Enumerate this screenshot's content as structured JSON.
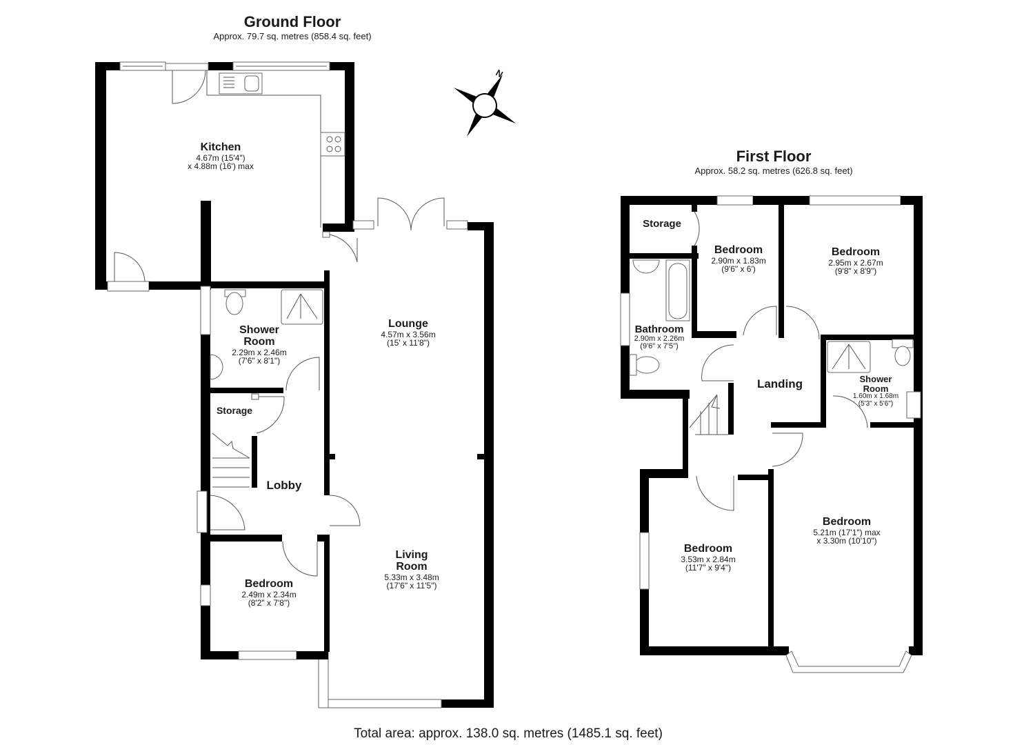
{
  "ground_floor": {
    "title": "Ground Floor",
    "area": "Approx. 79.7 sq. metres (858.4 sq. feet)",
    "rooms": {
      "kitchen": {
        "name": "Kitchen",
        "dim1": "4.67m (15'4\")",
        "dim2": "x 4.88m (16') max"
      },
      "shower_room": {
        "name1": "Shower",
        "name2": "Room",
        "dim1": "2.29m x 2.46m",
        "dim2": "(7'6\" x 8'1\")"
      },
      "storage": {
        "name": "Storage"
      },
      "lobby": {
        "name": "Lobby"
      },
      "bedroom": {
        "name": "Bedroom",
        "dim1": "2.49m x 2.34m",
        "dim2": "(8'2\" x 7'8\")"
      },
      "lounge": {
        "name": "Lounge",
        "dim1": "4.57m x 3.56m",
        "dim2": "(15' x 11'8\")"
      },
      "living_room": {
        "name1": "Living",
        "name2": "Room",
        "dim1": "5.33m x 3.48m",
        "dim2": "(17'6\" x 11'5\")"
      }
    }
  },
  "first_floor": {
    "title": "First Floor",
    "area": "Approx. 58.2 sq. metres (626.8 sq. feet)",
    "rooms": {
      "storage": {
        "name": "Storage"
      },
      "bedroom_small": {
        "name": "Bedroom",
        "dim1": "2.90m x 1.83m",
        "dim2": "(9'6\" x 6')"
      },
      "bedroom_rear": {
        "name": "Bedroom",
        "dim1": "2.95m x 2.67m",
        "dim2": "(9'8\" x 8'9\")"
      },
      "bathroom": {
        "name": "Bathroom",
        "dim1": "2.90m x 2.26m",
        "dim2": "(9'6\" x 7'5\")"
      },
      "landing": {
        "name": "Landing"
      },
      "shower_room": {
        "name1": "Shower",
        "name2": "Room",
        "dim1": "1.60m x 1.68m",
        "dim2": "(5'3\" x 5'6\")"
      },
      "bedroom_left": {
        "name": "Bedroom",
        "dim1": "3.53m x 2.84m",
        "dim2": "(11'7\" x 9'4\")"
      },
      "bedroom_front": {
        "name": "Bedroom",
        "dim1": "5.21m (17'1\") max",
        "dim2": "x 3.30m (10'10\")"
      }
    }
  },
  "compass": {
    "label": "N",
    "icon": "compass-rose-icon"
  },
  "total_area": "Total area: approx. 138.0 sq. metres (1485.1 sq. feet)"
}
